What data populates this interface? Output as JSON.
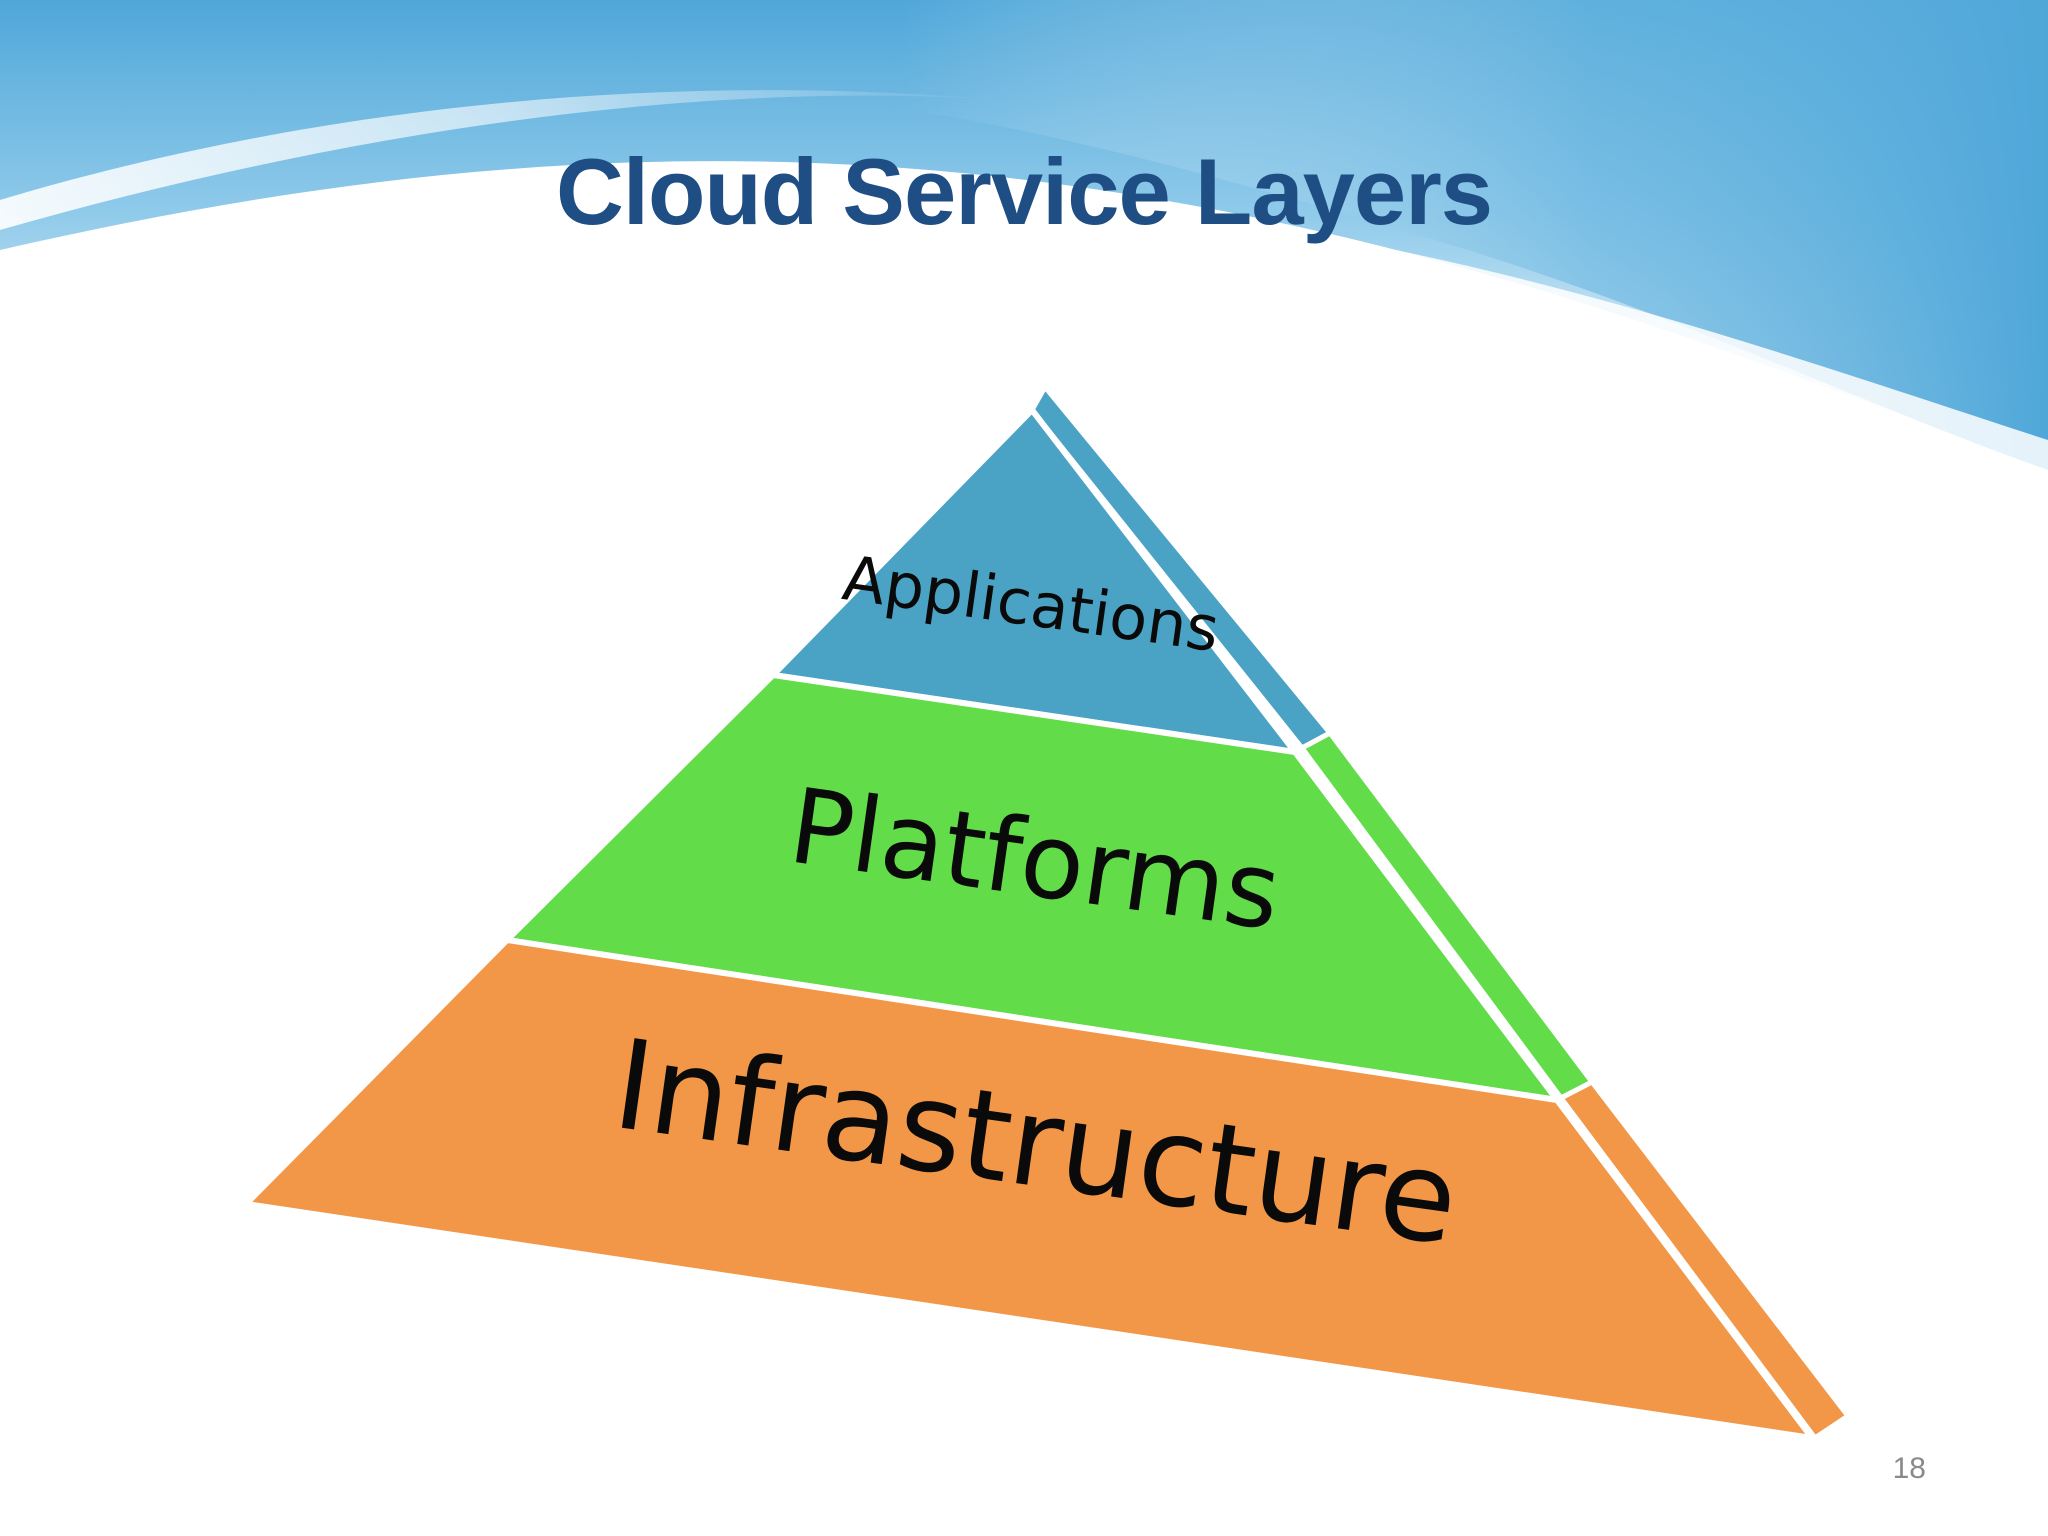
{
  "slide": {
    "title": "Cloud Service Layers",
    "page_number": "18"
  },
  "pyramid": {
    "layers": [
      {
        "label": "Applications",
        "color": "#4aa3c4"
      },
      {
        "label": "Platforms",
        "color": "#62dc49"
      },
      {
        "label": "Infrastructure",
        "color": "#f29748"
      }
    ]
  },
  "colors": {
    "title": "#1f4e85",
    "header_blue": "#5aaedc",
    "page_number": "#8a8a8a"
  }
}
